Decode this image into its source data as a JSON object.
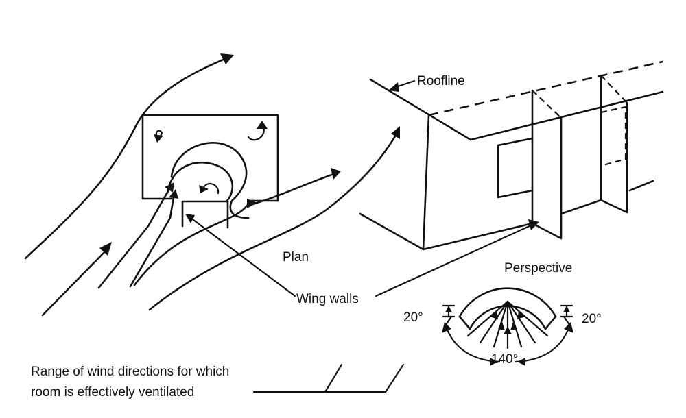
{
  "labels": {
    "roofline": "Roofline",
    "plan": "Plan",
    "perspective": "Perspective",
    "wing_walls": "Wing walls",
    "angle_left": "20°",
    "angle_right": "20°",
    "angle_range": "140°",
    "caption_line1": "Range of wind directions for which",
    "caption_line2": "room is effectively ventilated"
  },
  "colors": {
    "ink": "#111111",
    "background": "#ffffff"
  }
}
